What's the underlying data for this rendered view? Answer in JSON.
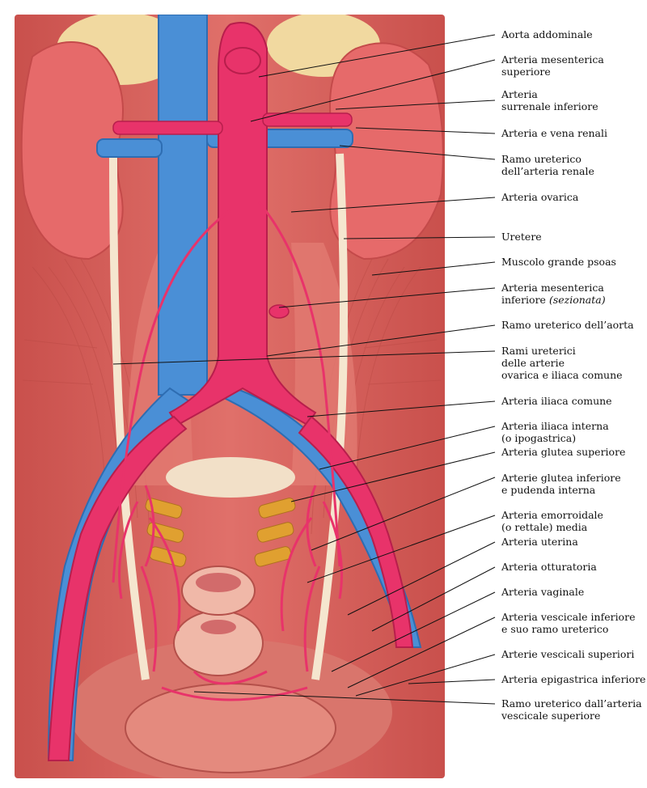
{
  "colors": {
    "muscle": "#d8605a",
    "artery": "#e8336a",
    "vein": "#4a8fd6",
    "kidney": "#e66a6a",
    "fat": "#f1d9a0",
    "ureter": "#f5e6cf",
    "leader": "#111111"
  },
  "labels": [
    {
      "lines": [
        "Aorta addominale"
      ]
    },
    {
      "lines": [
        "Arteria mesenterica",
        "superiore"
      ]
    },
    {
      "lines": [
        "Arteria",
        "surrenale inferiore"
      ]
    },
    {
      "lines": [
        "Arteria e vena renali"
      ]
    },
    {
      "lines": [
        "Ramo ureterico",
        "dell’arteria renale"
      ]
    },
    {
      "lines": [
        "Arteria ovarica"
      ]
    },
    {
      "lines": [
        "Uretere"
      ]
    },
    {
      "lines": [
        "Muscolo grande psoas"
      ]
    },
    {
      "lines": [
        "Arteria mesenterica",
        "inferiore"
      ],
      "suffix": "(sezionata)"
    },
    {
      "lines": [
        "Ramo ureterico dell’aorta"
      ]
    },
    {
      "lines": [
        "Rami ureterici",
        "delle arterie",
        "ovarica e iliaca comune"
      ]
    },
    {
      "lines": [
        "Arteria iliaca comune"
      ]
    },
    {
      "lines": [
        "Arteria iliaca interna",
        "(o ipogastrica)"
      ]
    },
    {
      "lines": [
        "Arteria glutea superiore"
      ]
    },
    {
      "lines": [
        "Arterie glutea inferiore",
        "e pudenda interna"
      ]
    },
    {
      "lines": [
        "Arteria emorroidale",
        "(o rettale) media"
      ]
    },
    {
      "lines": [
        "Arteria uterina"
      ]
    },
    {
      "lines": [
        "Arteria otturatoria"
      ]
    },
    {
      "lines": [
        "Arteria vaginale"
      ]
    },
    {
      "lines": [
        "Arteria vescicale inferiore",
        "e suo ramo ureterico"
      ]
    },
    {
      "lines": [
        "Arterie vescicali superiori"
      ]
    },
    {
      "lines": [
        "Arteria epigastrica inferiore"
      ]
    },
    {
      "lines": [
        "Ramo ureterico dall’arteria",
        "vescicale superiore"
      ]
    }
  ]
}
